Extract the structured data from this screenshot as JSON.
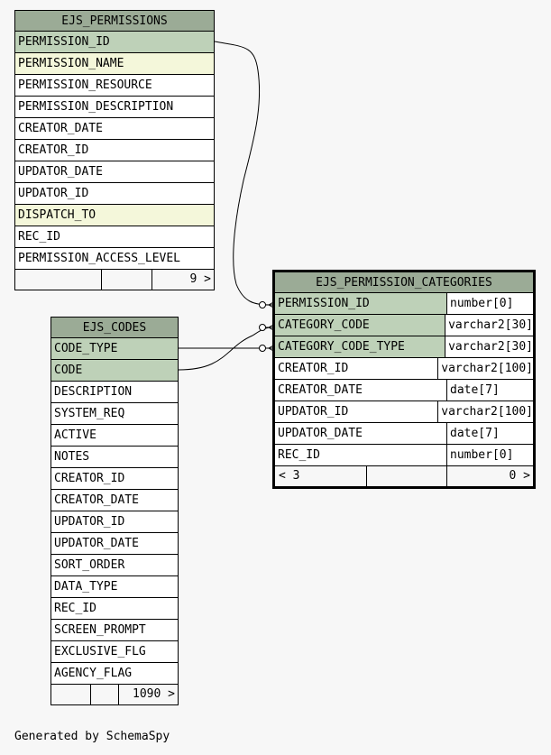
{
  "tables": {
    "permissions": {
      "name": "EJS_PERMISSIONS",
      "columns": [
        {
          "name": "PERMISSION_ID",
          "kind": "pk"
        },
        {
          "name": "PERMISSION_NAME",
          "kind": "idx"
        },
        {
          "name": "PERMISSION_RESOURCE",
          "kind": "plain"
        },
        {
          "name": "PERMISSION_DESCRIPTION",
          "kind": "plain"
        },
        {
          "name": "CREATOR_DATE",
          "kind": "plain"
        },
        {
          "name": "CREATOR_ID",
          "kind": "plain"
        },
        {
          "name": "UPDATOR_DATE",
          "kind": "plain"
        },
        {
          "name": "UPDATOR_ID",
          "kind": "plain"
        },
        {
          "name": "DISPATCH_TO",
          "kind": "idx"
        },
        {
          "name": "REC_ID",
          "kind": "plain"
        },
        {
          "name": "PERMISSION_ACCESS_LEVEL",
          "kind": "plain"
        }
      ],
      "footer": {
        "parents": "",
        "rows": "",
        "children": "9 >"
      }
    },
    "codes": {
      "name": "EJS_CODES",
      "columns": [
        {
          "name": "CODE_TYPE",
          "kind": "pk"
        },
        {
          "name": "CODE",
          "kind": "pk"
        },
        {
          "name": "DESCRIPTION",
          "kind": "plain"
        },
        {
          "name": "SYSTEM_REQ",
          "kind": "plain"
        },
        {
          "name": "ACTIVE",
          "kind": "plain"
        },
        {
          "name": "NOTES",
          "kind": "plain"
        },
        {
          "name": "CREATOR_ID",
          "kind": "plain"
        },
        {
          "name": "CREATOR_DATE",
          "kind": "plain"
        },
        {
          "name": "UPDATOR_ID",
          "kind": "plain"
        },
        {
          "name": "UPDATOR_DATE",
          "kind": "plain"
        },
        {
          "name": "SORT_ORDER",
          "kind": "plain"
        },
        {
          "name": "DATA_TYPE",
          "kind": "plain"
        },
        {
          "name": "REC_ID",
          "kind": "plain"
        },
        {
          "name": "SCREEN_PROMPT",
          "kind": "plain"
        },
        {
          "name": "EXCLUSIVE_FLG",
          "kind": "plain"
        },
        {
          "name": "AGENCY_FLAG",
          "kind": "plain"
        }
      ],
      "footer": {
        "parents": "",
        "rows": "",
        "children": "1090 >"
      }
    },
    "categories": {
      "name": "EJS_PERMISSION_CATEGORIES",
      "columns": [
        {
          "name": "PERMISSION_ID",
          "type": "number[0]",
          "kind": "pk"
        },
        {
          "name": "CATEGORY_CODE",
          "type": "varchar2[30]",
          "kind": "pk"
        },
        {
          "name": "CATEGORY_CODE_TYPE",
          "type": "varchar2[30]",
          "kind": "pk"
        },
        {
          "name": "CREATOR_ID",
          "type": "varchar2[100]",
          "kind": "plain"
        },
        {
          "name": "CREATOR_DATE",
          "type": "date[7]",
          "kind": "plain"
        },
        {
          "name": "UPDATOR_ID",
          "type": "varchar2[100]",
          "kind": "plain"
        },
        {
          "name": "UPDATOR_DATE",
          "type": "date[7]",
          "kind": "plain"
        },
        {
          "name": "REC_ID",
          "type": "number[0]",
          "kind": "plain"
        }
      ],
      "footer": {
        "parents": "< 3",
        "rows": "",
        "children": "0 >"
      }
    }
  },
  "generated_by": "Generated by SchemaSpy"
}
